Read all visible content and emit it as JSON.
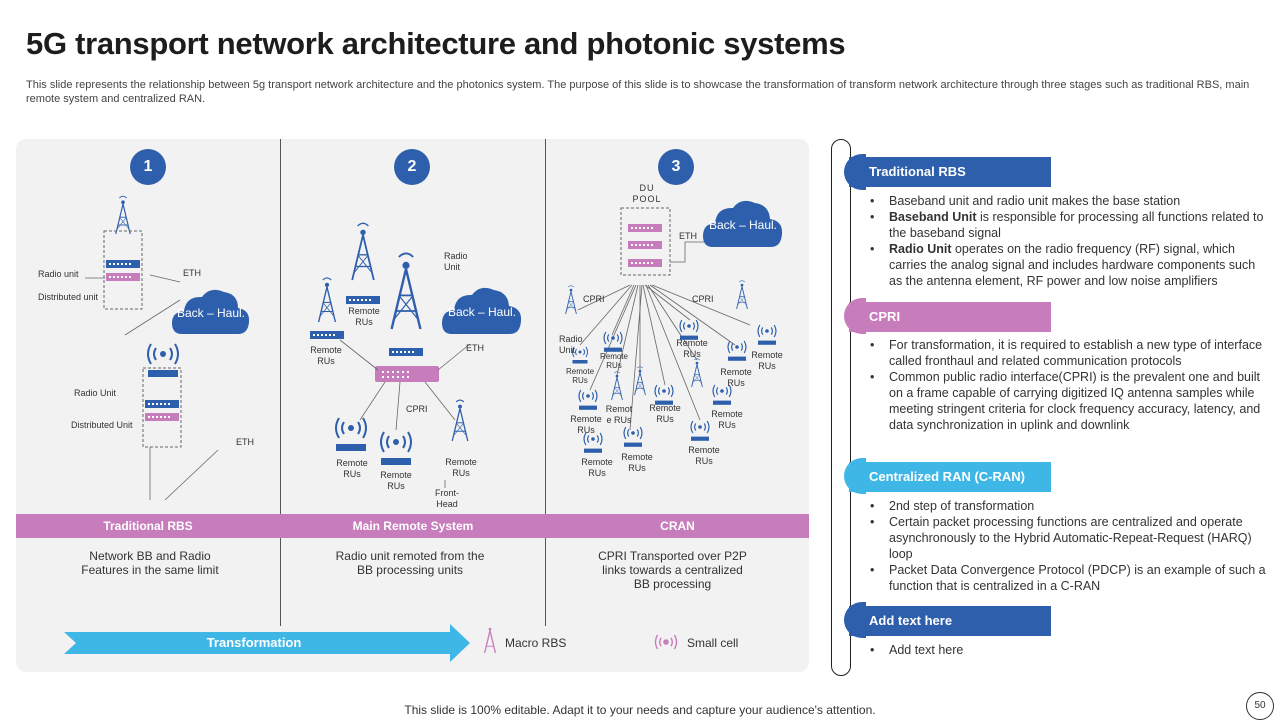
{
  "title": "5G transport network architecture and photonic systems",
  "subtitle": "This slide represents the relationship between 5g transport network architecture and the photonics system. The purpose of this slide is to showcase the transformation of transform network architecture through three stages such as traditional RBS, main remote system and centralized RAN.",
  "stages": [
    {
      "number": "1",
      "band_label": "Traditional RBS",
      "description": "Network BB and Radio Features in the same limit"
    },
    {
      "number": "2",
      "band_label": "Main Remote System",
      "description": "Radio unit remoted from the BB processing units"
    },
    {
      "number": "3",
      "band_label": "CRAN",
      "description": "CPRI Transported over P2P links towards a centralized BB processing"
    }
  ],
  "diagram_labels": {
    "radio_unit_lower": "Radio unit",
    "distributed_unit_lower": "Distributed unit",
    "eth": "ETH",
    "back_haul": "Back – Haul.",
    "radio_unit": "Radio Unit",
    "distributed_unit": "Distributed Unit",
    "remote_rus": "Remote RUs",
    "cpri": "CPRI",
    "front_head": "Front- Head",
    "du_pool": "DU POOL",
    "radio_unit_split": "Radio Unit",
    "remote_e_rus": "Remot e RUs",
    "remote_rus_split": "Remote RUs"
  },
  "legend": {
    "transformation": "Transformation",
    "macro_rbs": "Macro RBS",
    "small_cell": "Small cell"
  },
  "sections": [
    {
      "heading": "Traditional RBS",
      "color": "#2e5fac",
      "bullets": [
        {
          "bold": "",
          "text": "Baseband unit and radio unit makes the base station"
        },
        {
          "bold": "Baseband Unit",
          "text": " is responsible for processing all functions related to the baseband signal"
        },
        {
          "bold": "Radio Unit",
          "text": " operates on the radio frequency (RF) signal, which carries the analog signal and includes hardware components such as the antenna element, RF power and low noise amplifiers"
        }
      ]
    },
    {
      "heading": "CPRI",
      "color": "#c77dbb",
      "bullets": [
        {
          "bold": "",
          "text": "For transformation, it is required to establish a new type of interface called fronthaul and related communication protocols"
        },
        {
          "bold": "",
          "text": "Common public radio interface(CPRI) is the prevalent one and built on a frame capable of carrying digitized IQ antenna samples while meeting stringent criteria for clock frequency accuracy, latency, and data synchronization in uplink and downlink"
        }
      ]
    },
    {
      "heading": "Centralized RAN (C-RAN)",
      "color": "#3fb7e6",
      "bullets": [
        {
          "bold": "",
          "text": "2nd step of transformation"
        },
        {
          "bold": "",
          "text": "Certain packet processing functions are centralized and operate asynchronously to the Hybrid Automatic-Repeat-Request (HARQ) loop"
        },
        {
          "bold": "",
          "text": "Packet Data Convergence Protocol (PDCP) is an example of such a function that is centralized in a C-RAN"
        }
      ]
    },
    {
      "heading": "Add text here",
      "color": "#2e5fac",
      "bullets": [
        {
          "bold": "",
          "text": "Add text here"
        }
      ]
    }
  ],
  "footer": "This slide is 100% editable. Adapt it to your needs and capture your audience's attention.",
  "page_number": "50",
  "colors": {
    "blue": "#2e5fac",
    "purple": "#c77dbb",
    "cyan": "#3fb7e6",
    "panel": "#f2f2f2"
  }
}
